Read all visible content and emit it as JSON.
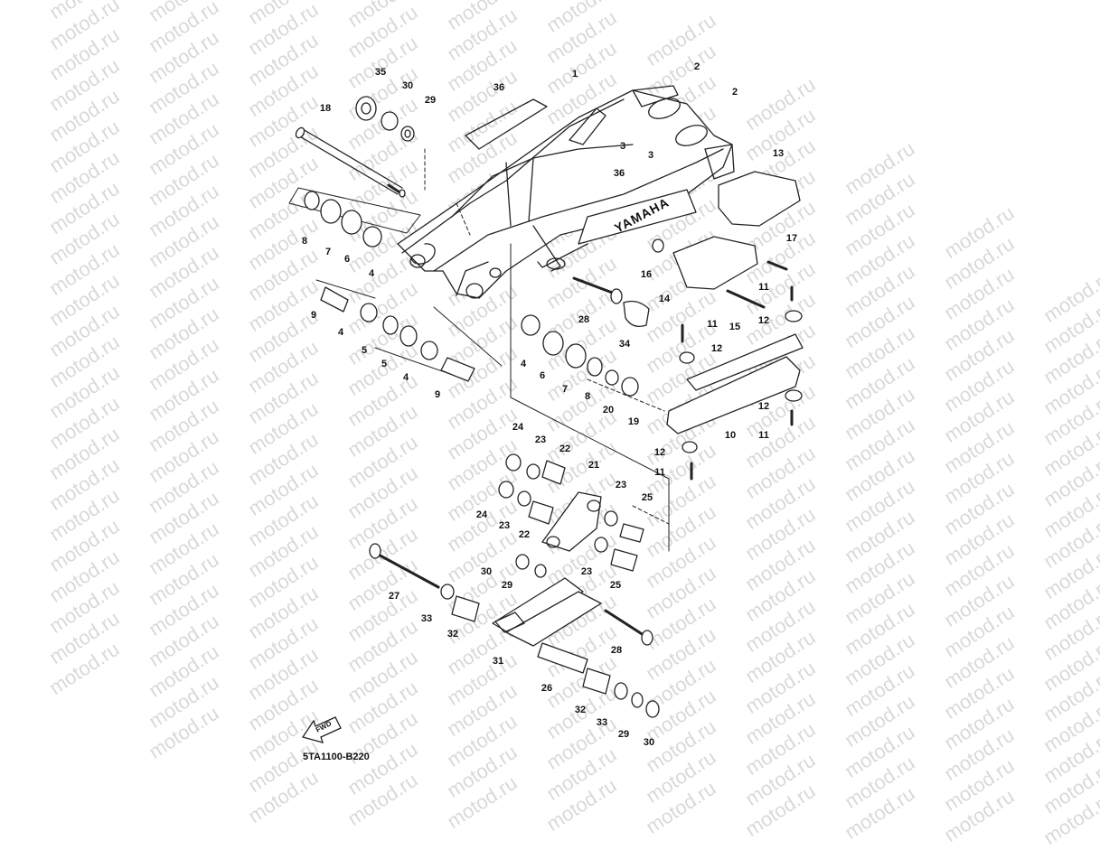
{
  "watermark_text": "motod.ru",
  "diagram_code": "5TA1100-B220",
  "fwd_label": "FWD",
  "callouts": {
    "n1": "1",
    "n2a": "2",
    "n2b": "2",
    "n3a": "3",
    "n3b": "3",
    "n4a": "4",
    "n4b": "4",
    "n4c": "4",
    "n4d": "4",
    "n5a": "5",
    "n5b": "5",
    "n6a": "6",
    "n6b": "6",
    "n7a": "7",
    "n7b": "7",
    "n8a": "8",
    "n8b": "8",
    "n9a": "9",
    "n9b": "9",
    "n10": "10",
    "n11a": "11",
    "n11b": "11",
    "n11c": "11",
    "n11d": "11",
    "n12a": "12",
    "n12b": "12",
    "n12c": "12",
    "n12d": "12",
    "n13": "13",
    "n14": "14",
    "n15": "15",
    "n16": "16",
    "n17": "17",
    "n18": "18",
    "n19": "19",
    "n20": "20",
    "n21": "21",
    "n22a": "22",
    "n22b": "22",
    "n23a": "23",
    "n23b": "23",
    "n23c": "23",
    "n23d": "23",
    "n24a": "24",
    "n24b": "24",
    "n25a": "25",
    "n25b": "25",
    "n26": "26",
    "n27": "27",
    "n28a": "28",
    "n28b": "28",
    "n29a": "29",
    "n29b": "29",
    "n29c": "29",
    "n30a": "30",
    "n30b": "30",
    "n30c": "30",
    "n31": "31",
    "n32a": "32",
    "n32b": "32",
    "n33a": "33",
    "n33b": "33",
    "n34": "34",
    "n35": "35",
    "n36a": "36",
    "n36b": "36"
  },
  "brand_text": "YAMAHA"
}
